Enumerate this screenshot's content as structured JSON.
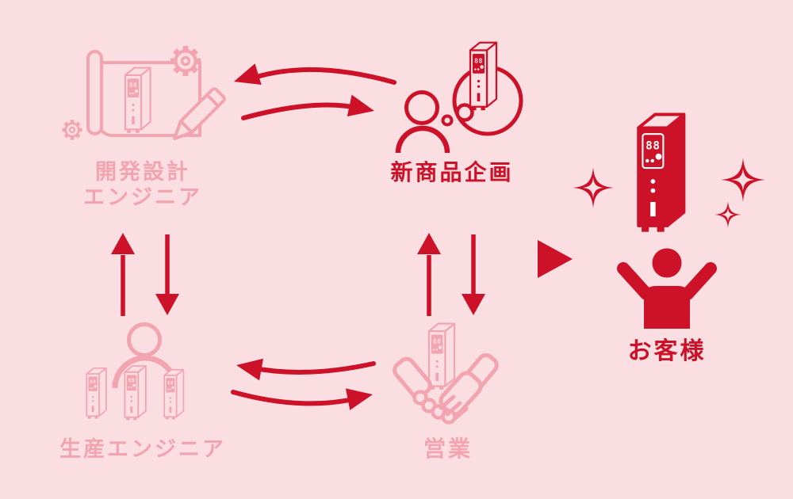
{
  "diagram": {
    "colors": {
      "background": "#fadee2",
      "accent_red": "#cc1128",
      "soft_pink": "#f2a4b0",
      "detail_white": "#ffffff"
    },
    "device_display": "88",
    "nodes": {
      "dev_design": {
        "line1": "開発設計",
        "line2": "エンジニア"
      },
      "new_product": {
        "label": "新商品企画"
      },
      "production": {
        "label": "生産エンジニア"
      },
      "sales": {
        "label": "営業"
      },
      "customer": {
        "label": "お客様"
      }
    }
  }
}
